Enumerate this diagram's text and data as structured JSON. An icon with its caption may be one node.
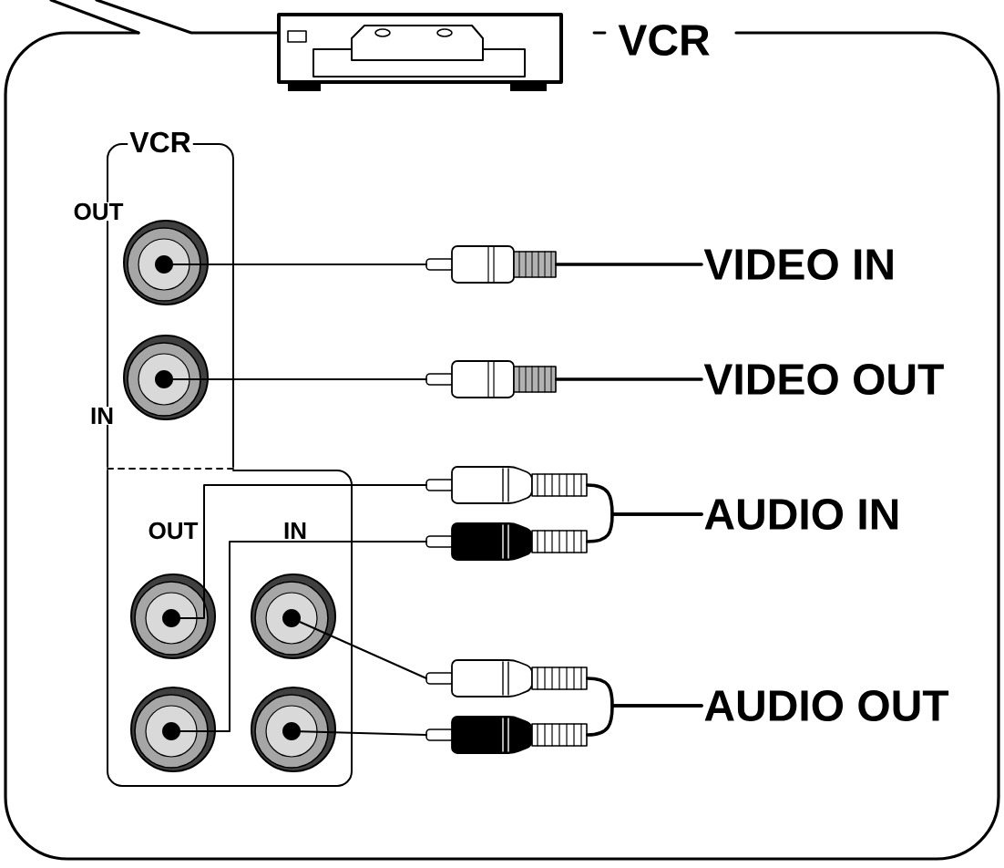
{
  "diagram": {
    "nodes": [
      {
        "text": [
          "VCR"
        ]
      },
      {
        "text": [],
        "shape": "circle",
        "in": 0,
        "beside": [
          "OUT"
        ]
      },
      {
        "text": [],
        "shape": "circle",
        "in": 0,
        "beside": [
          "IN"
        ]
      },
      {
        "text": [
          "OUT",
          "IN"
        ]
      },
      {
        "text": [],
        "shape": "circle",
        "in": 3
      },
      {
        "text": [],
        "shape": "circle",
        "in": 3
      },
      {
        "text": [],
        "shape": "circle",
        "in": 3
      },
      {
        "text": [],
        "shape": "circle",
        "in": 3
      },
      {
        "text": [],
        "shape": "plug"
      },
      {
        "text": [],
        "shape": "plug"
      },
      {
        "text": [],
        "shape": "plug"
      },
      {
        "text": [],
        "shape": "plug"
      },
      {
        "text": [],
        "shape": "plug"
      },
      {
        "text": [],
        "shape": "plug"
      },
      {
        "text": [
          "VIDEO IN"
        ]
      },
      {
        "text": [
          "VIDEO OUT"
        ]
      },
      {
        "text": [
          "AUDIO IN"
        ]
      },
      {
        "text": [
          "AUDIO OUT"
        ]
      }
    ],
    "edges": [
      {
        "from": 1,
        "to": 8,
        "arrow": "none"
      },
      {
        "from": 2,
        "to": 9,
        "arrow": "none"
      },
      {
        "from": 4,
        "to": 10,
        "arrow": "none"
      },
      {
        "from": 6,
        "to": 11,
        "arrow": "none"
      },
      {
        "from": 5,
        "to": 12,
        "arrow": "none"
      },
      {
        "from": 7,
        "to": 13,
        "arrow": "none"
      },
      {
        "from": 8,
        "to": 14,
        "arrow": "none"
      },
      {
        "from": 9,
        "to": 15,
        "arrow": "none"
      },
      {
        "from": 10,
        "to": 16,
        "arrow": "none"
      },
      {
        "from": 11,
        "to": 16,
        "arrow": "none"
      },
      {
        "from": 12,
        "to": 17,
        "arrow": "none"
      },
      {
        "from": 13,
        "to": 17,
        "arrow": "none"
      }
    ],
    "labels": [
      "VCR"
    ]
  }
}
